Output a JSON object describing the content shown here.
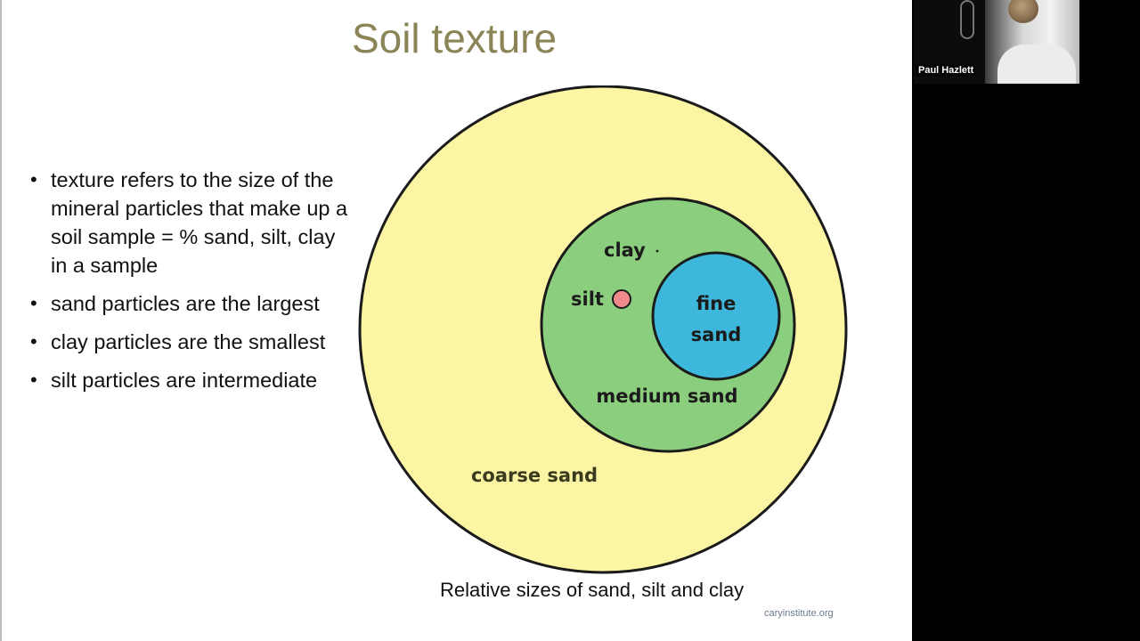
{
  "slide": {
    "title": "Soil texture",
    "bullets": [
      "texture refers to the size of the mineral particles that make up a soil sample = % sand, silt, clay in a sample",
      "sand particles are the largest",
      "clay particles are the smallest",
      "silt particles are intermediate"
    ],
    "bullet_marker": "•",
    "diagram": {
      "labels": {
        "coarse_sand": "coarse sand",
        "medium_sand": "medium sand",
        "fine_sand_line1": "fine",
        "fine_sand_line2": "sand",
        "silt": "silt",
        "clay": "clay"
      },
      "colors": {
        "coarse_sand": "#fbf5a4",
        "medium_sand": "#8bcf7e",
        "fine_sand": "#3db8dc",
        "silt": "#f08a8a",
        "outline": "#1b1b1b"
      }
    },
    "caption": "Relative sizes of sand, silt and clay",
    "credit": "caryinstitute.org"
  },
  "video": {
    "participant_name": "Paul Hazlett"
  }
}
